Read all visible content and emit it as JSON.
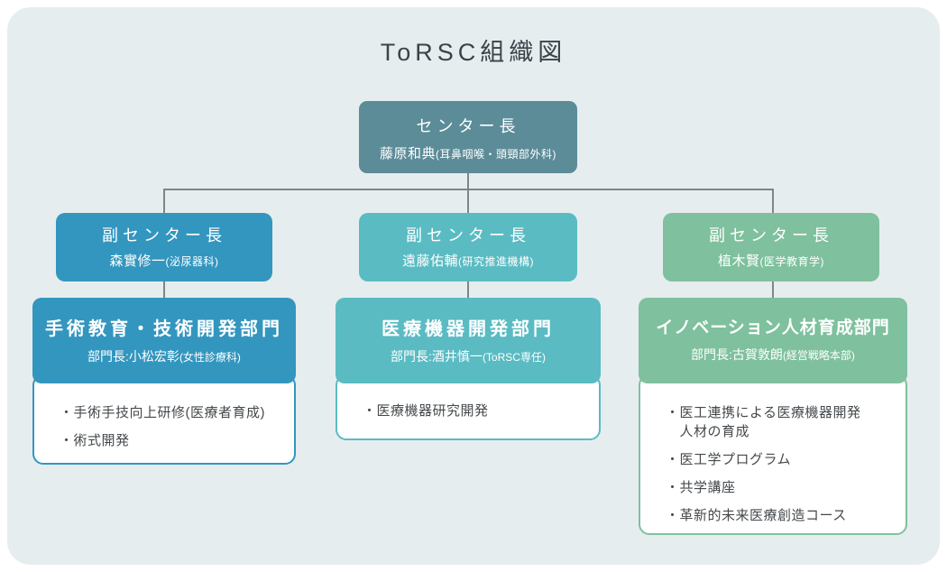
{
  "title": "ToRSC組織図",
  "colors": {
    "page_bg": "#ffffff",
    "panel_bg": "#e6edee",
    "connector": "#7b8887",
    "center_box": "#5b8c98",
    "title_text": "#3b4249",
    "item_text": "#45494c"
  },
  "center": {
    "role": "センター長",
    "name": "藤原和典",
    "affiliation": "(耳鼻咽喉・頭頸部外科)"
  },
  "columns": [
    {
      "accent": "#3396bf",
      "deputy": {
        "role": "副センター長",
        "name": "森實修一",
        "affiliation": "(泌尿器科)"
      },
      "department": {
        "title": "手術教育・技術開発部門",
        "head": "部門長:小松宏彰",
        "head_affiliation": "(女性診療科)"
      },
      "items": [
        "・手術手技向上研修(医療者育成)",
        "・術式開発"
      ]
    },
    {
      "accent": "#5abbc3",
      "deputy": {
        "role": "副センター長",
        "name": "遠藤佑輔",
        "affiliation": "(研究推進機構)"
      },
      "department": {
        "title": "医療機器開発部門",
        "head": "部門長:酒井慎一",
        "head_affiliation": "(ToRSC専任)"
      },
      "items": [
        "・医療機器研究開発"
      ]
    },
    {
      "accent": "#7fc09e",
      "deputy": {
        "role": "副センター長",
        "name": "植木賢",
        "affiliation": "(医学教育学)"
      },
      "department": {
        "title": "イノベーション人材育成部門",
        "head": "部門長:古賀敦朗",
        "head_affiliation": "(経営戦略本部)"
      },
      "items": [
        "・医工連携による医療機器開発\n　人材の育成",
        "・医工学プログラム",
        "・共学講座",
        "・革新的未来医療創造コース"
      ]
    }
  ]
}
